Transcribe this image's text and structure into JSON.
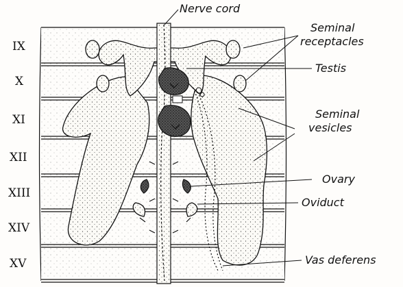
{
  "segments": [
    "IX",
    "X",
    "XI",
    "XII",
    "XIII",
    "XIV",
    "XV"
  ],
  "labels": {
    "nerve_cord": "Nerve cord",
    "seminal_receptacles_1": "Seminal",
    "seminal_receptacles_2": "receptacles",
    "testis": "Testis",
    "seminal_vesicles_1": "Seminal",
    "seminal_vesicles_2": "vesicles",
    "ovary": "Ovary",
    "oviduct": "Oviduct",
    "vas_deferens": "Vas deferens"
  }
}
